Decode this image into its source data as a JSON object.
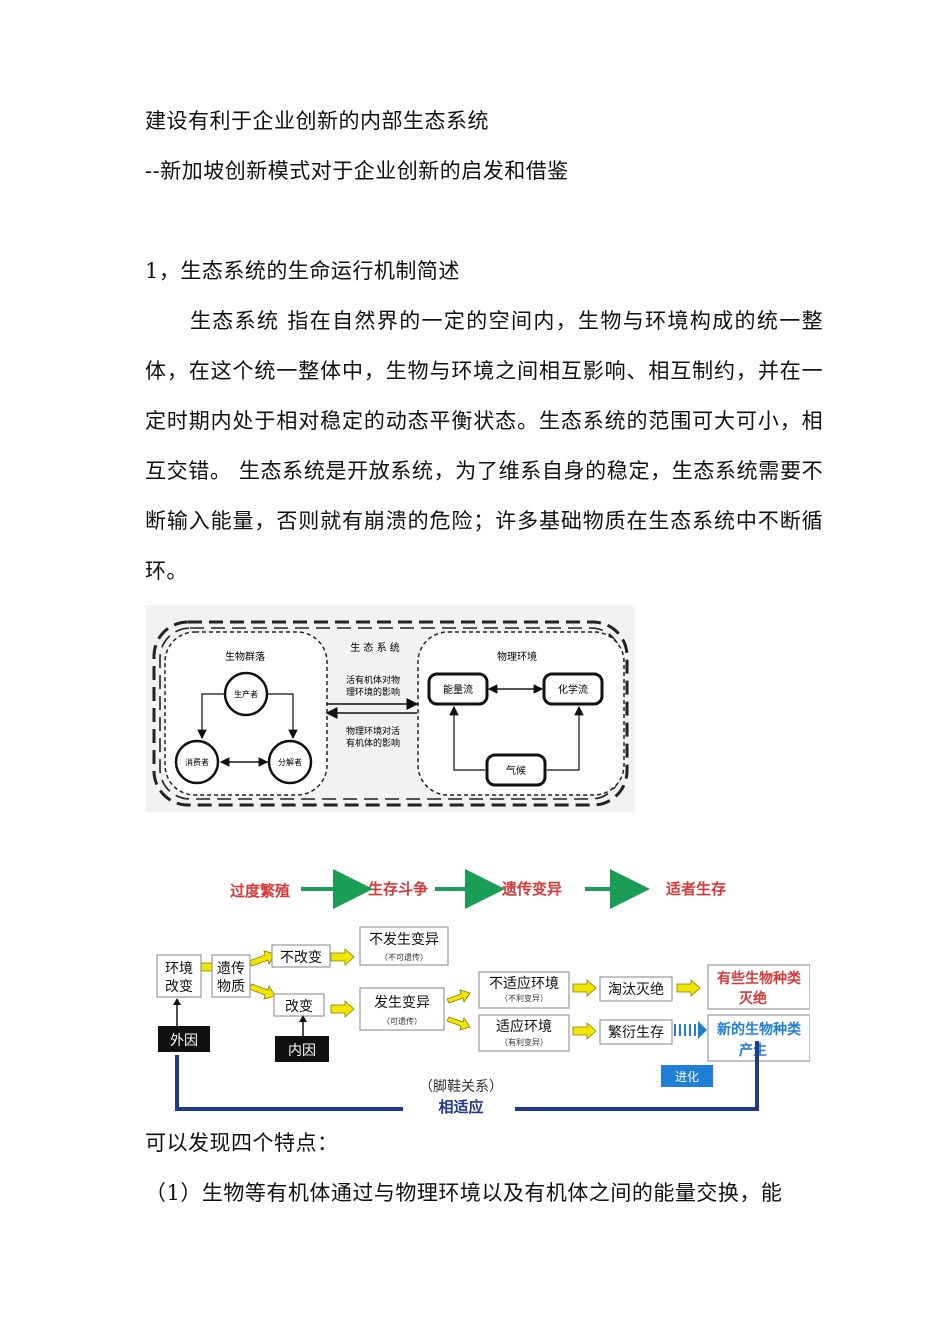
{
  "title": "建设有利于企业创新的内部生态系统",
  "subtitle": "--新加坡创新模式对于企业创新的启发和借鉴",
  "section1_heading": "1，生态系统的生命运行机制简述",
  "para1": "生态系统 指在自然界的一定的空间内，生物与环境构成的统一整体，在这个统一整体中，生物与环境之间相互影响、相互制约，并在一定时期内处于相对稳定的动态平衡状态。生态系统的范围可大可小，相互交错。 生态系统是开放系统，为了维系自身的稳定，生态系统需要不断输入能量，否则就有崩溃的危险；许多基础物质在生态系统中不断循环。",
  "figure1": {
    "title": "生 态 系 统",
    "left_group": "生物群落",
    "right_group": "物理环境",
    "producer": "生产者",
    "consumer": "消费者",
    "decomposer": "分解者",
    "arrow_top_label_1": "活有机体对物",
    "arrow_top_label_2": "理环境的影响",
    "arrow_bottom_label_1": "物理环境对活",
    "arrow_bottom_label_2": "有机体的影响",
    "energy_flow": "能量流",
    "chemical_flow": "化学流",
    "climate": "气候"
  },
  "figure2": {
    "top_steps": [
      "过度繁殖",
      "生存斗争",
      "遗传变异",
      "适者生存"
    ],
    "env_change_1": "环境",
    "env_change_2": "改变",
    "genetic_1": "遗传",
    "genetic_2": "物质",
    "no_change": "不改变",
    "change": "改变",
    "no_variation": "不发生变异",
    "no_variation_note": "（不可遗传）",
    "variation": "发生变异",
    "variation_note": "（可遗传）",
    "maladapt": "不适应环境",
    "maladapt_note": "（不利变异）",
    "adapt": "适应环境",
    "adapt_note": "（有利变异）",
    "extinct": "淘汰灭绝",
    "survive": "繁衍生存",
    "species_extinct_1": "有些生物种类",
    "species_extinct_2": "灭绝",
    "new_species_1": "新的生物种类",
    "new_species_2": "产生",
    "external": "外因",
    "internal": "内因",
    "evolution": "进化",
    "relation": "（脚鞋关系）",
    "adaptation": "相适应"
  },
  "features_intro": "可以发现四个特点：",
  "feature1": "（1）生物等有机体通过与物理环境以及有机体之间的能量交换，能"
}
